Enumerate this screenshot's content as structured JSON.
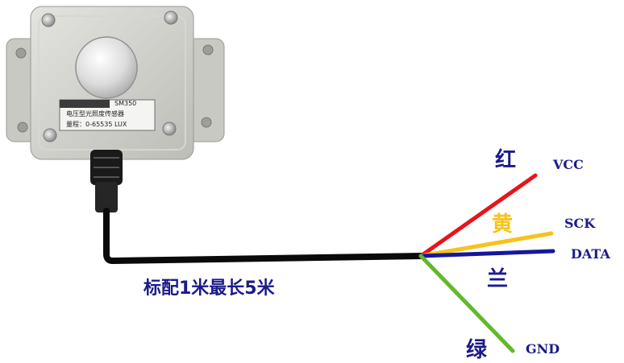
{
  "wire_labels": {
    "red": {
      "cn": "红",
      "pin": "VCC"
    },
    "yellow": {
      "cn": "黄",
      "pin": "SCK"
    },
    "blue": {
      "cn": "兰",
      "pin": "DATA"
    },
    "green": {
      "cn": "绿",
      "pin": "GND"
    }
  },
  "cable_caption": "标配1米最长5米",
  "sensor_plate": {
    "model": "SM350",
    "name": "电压型光照度传感器",
    "range": "量程：0-65535 LUX"
  },
  "colors": {
    "red": "#e8141b",
    "yellow": "#f7c21c",
    "blue": "#16189a",
    "green": "#64b82c",
    "cable": "#0a0a0a",
    "label_text": "#1b1b8a"
  },
  "icons": [
    "sensor-device",
    "screw-icon",
    "light-dome-icon",
    "cable-connector"
  ]
}
